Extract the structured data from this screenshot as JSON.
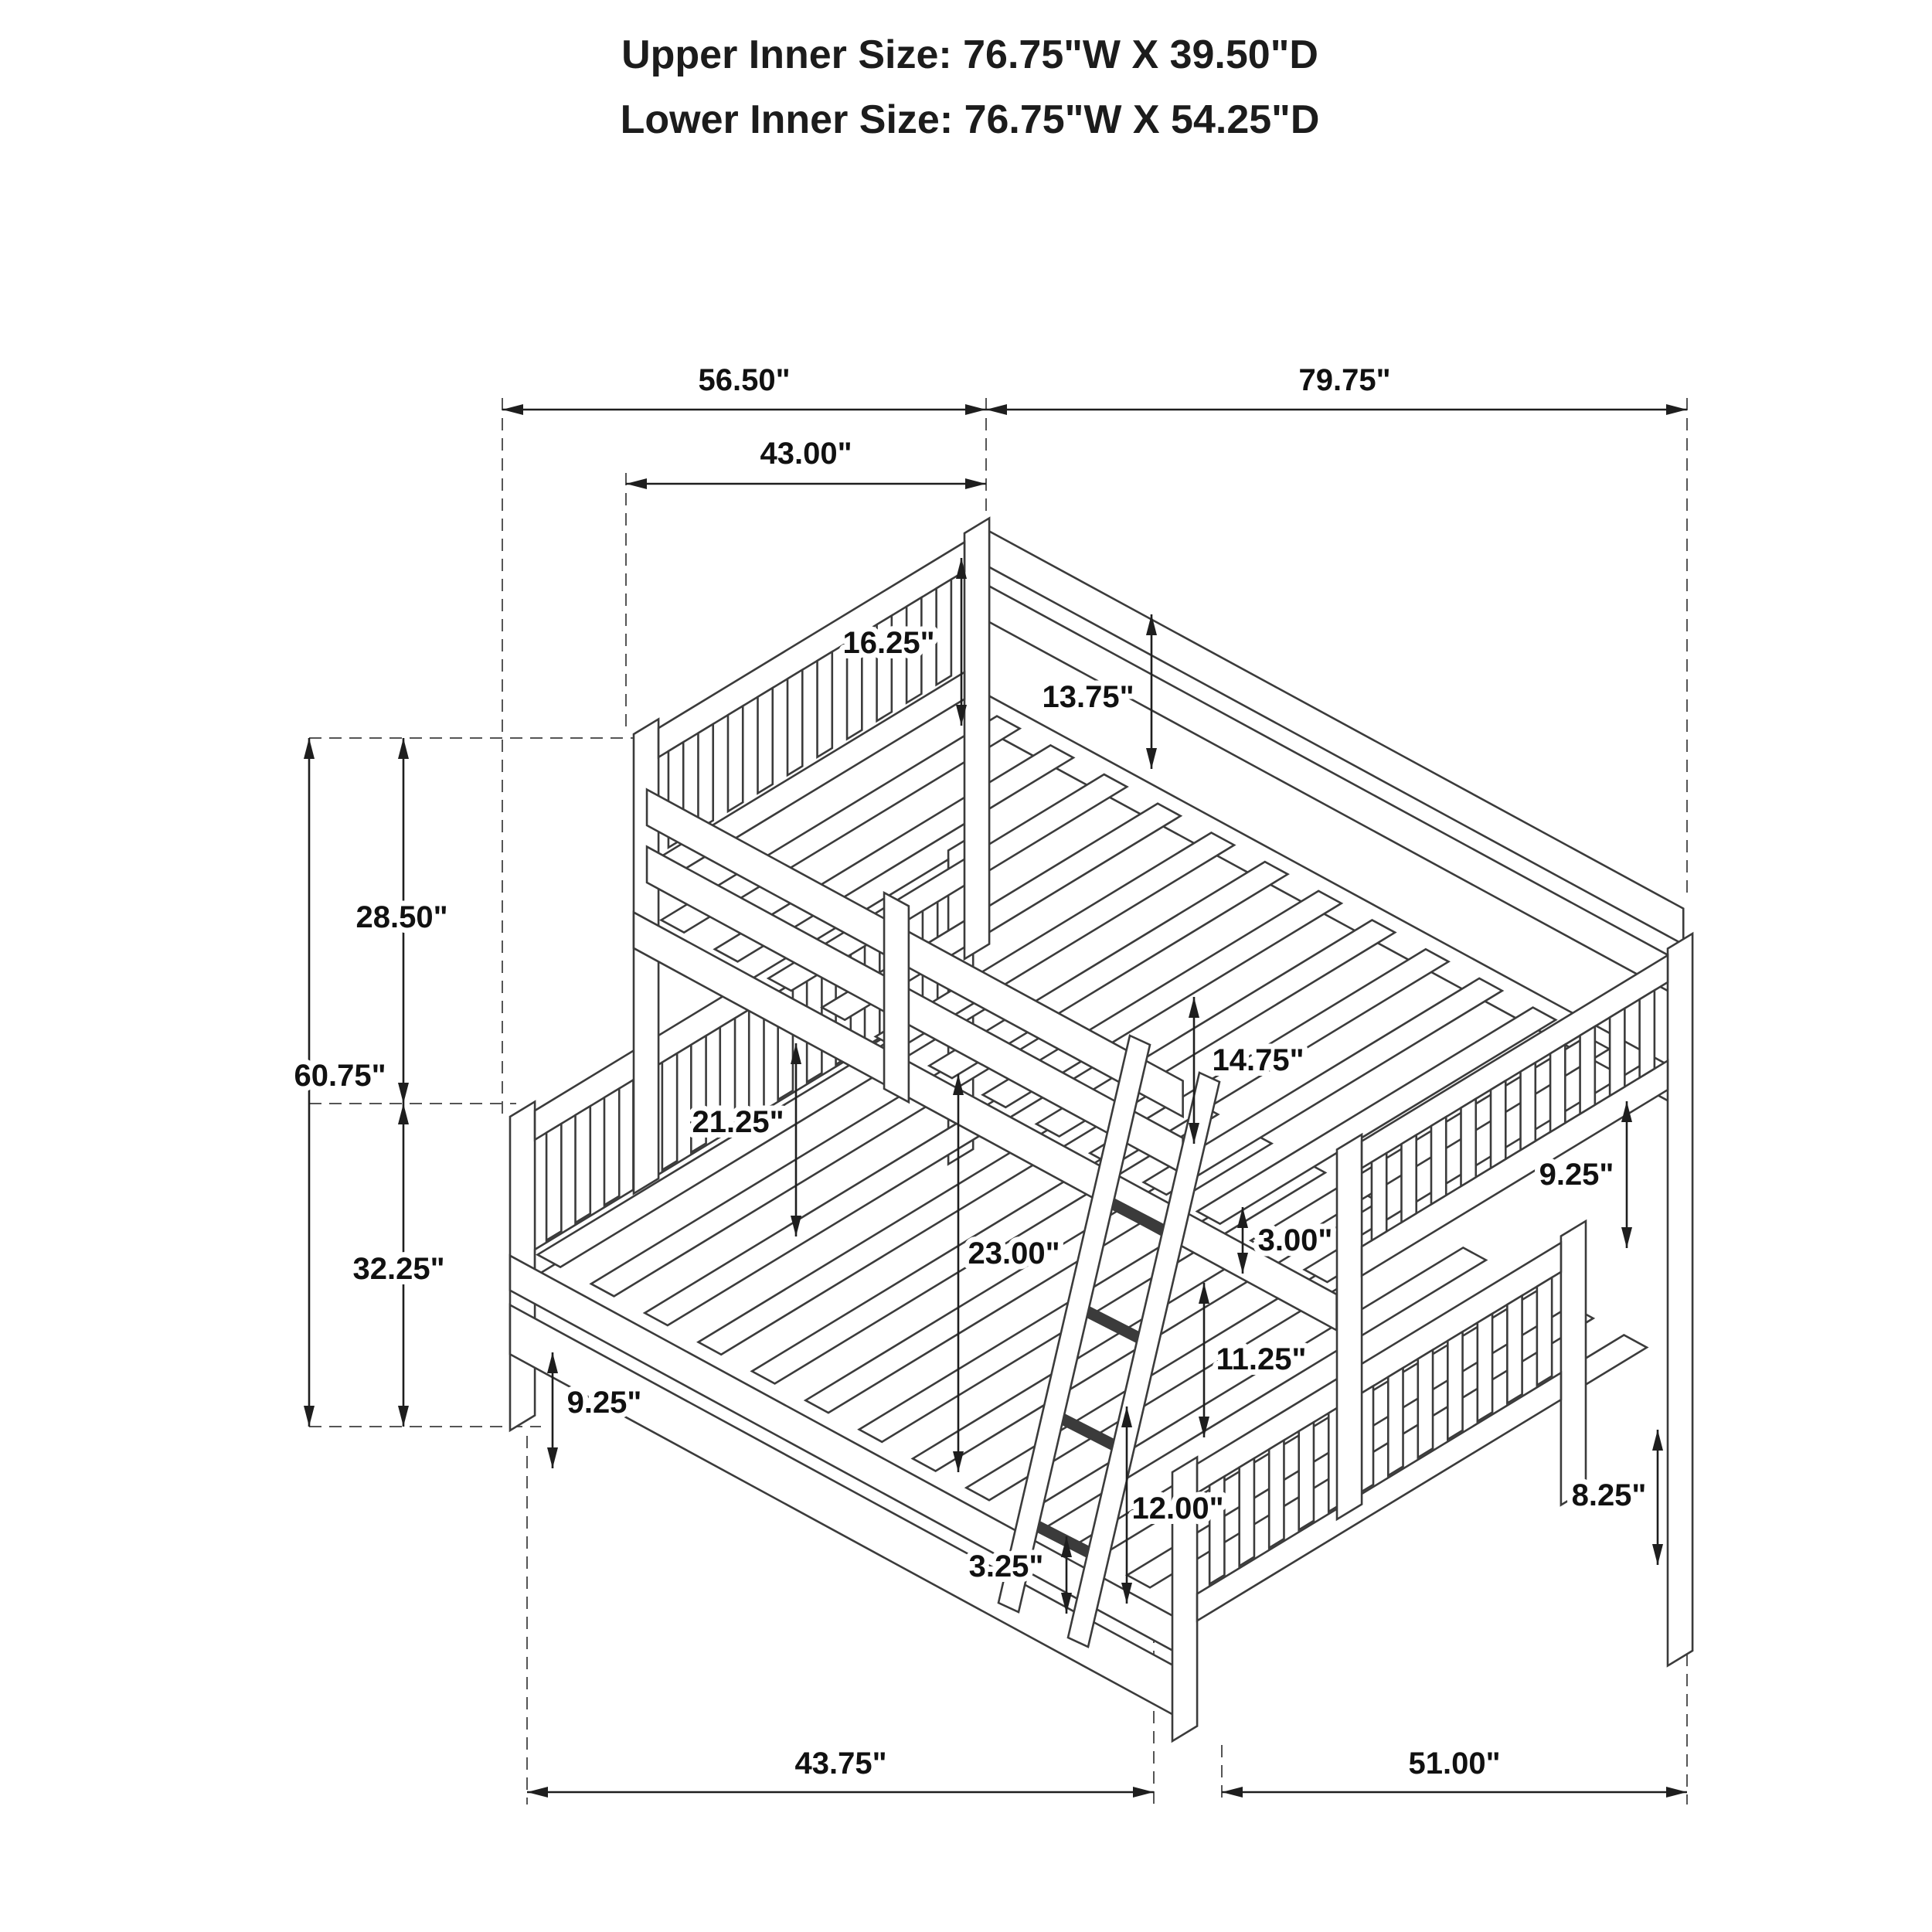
{
  "header": {
    "line1": "Upper Inner Size: 76.75\"W X 39.50\"D",
    "line2": "Lower Inner Size: 76.75\"W X 54.25\"D"
  },
  "dimensions": {
    "upper_bunk_depth": "56.50\"",
    "overall_length": "79.75\"",
    "upper_headboard_width": "43.00\"",
    "upper_headboard_height": "16.25\"",
    "upper_side_rail_height": "13.75\"",
    "upper_section_height": "28.50\"",
    "overall_height": "60.75\"",
    "lower_section_height": "32.25\"",
    "lower_headboard_height": "21.25\"",
    "guardrail_height": "14.75\"",
    "upper_footboard_height": "9.25\"",
    "guardrail_gap": "3.00\"",
    "bunk_clearance": "23.00\"",
    "ladder_rung_spacing": "11.25\"",
    "ladder_bottom_rung_height": "12.00\"",
    "lower_side_rail_height": "9.25\"",
    "bottom_rail_clearance": "3.25\"",
    "lower_footboard_height": "8.25\"",
    "lower_bunk_floor_width": "43.75\"",
    "lower_bunk_floor_depth": "51.00\""
  }
}
